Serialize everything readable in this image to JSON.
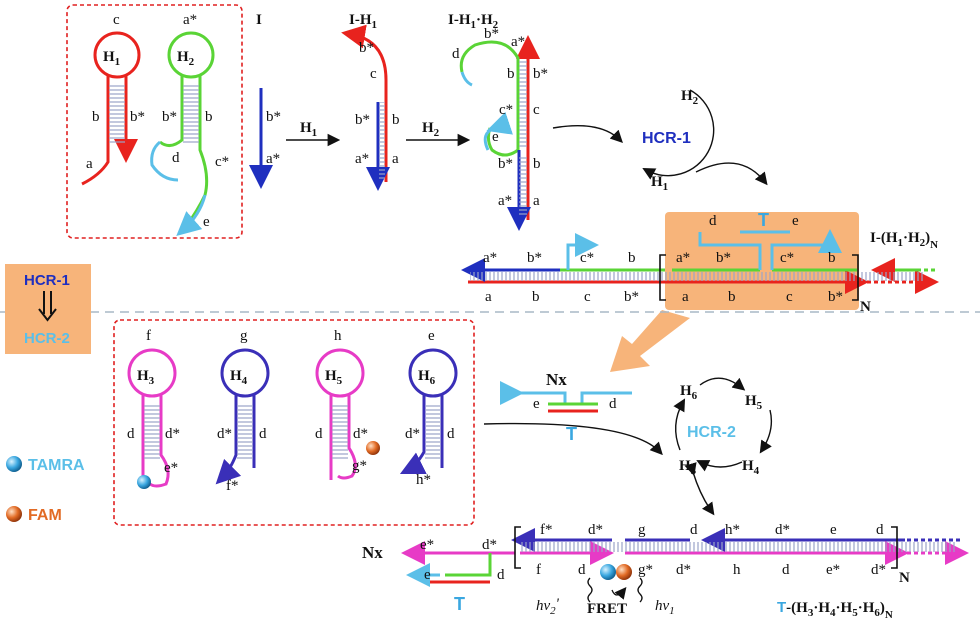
{
  "colors": {
    "red": "#e8231e",
    "green": "#5ad436",
    "blue": "#1f2fbf",
    "cyan": "#5bbfe8",
    "magenta": "#e73bc6",
    "purple": "#3a2fb8",
    "orange_fill": "#f7b47a",
    "dashed_box": "#e02020",
    "divider": "#a9b8c6",
    "tamra": "#3aa7e0",
    "fam": "#e26b25"
  },
  "top": {
    "h1": {
      "title": "H",
      "sub": "1",
      "loop": "c",
      "stem_left": "b",
      "stem_right": "b*",
      "tail": "a"
    },
    "h2": {
      "title": "H",
      "sub": "2",
      "loop": "a*",
      "stem_left": "b*",
      "stem_right": "b",
      "tail_left": "d",
      "tail_right": "c*",
      "tail_end": "e"
    },
    "i": {
      "title": "I",
      "top": "b*",
      "bottom": "a*"
    },
    "arrow1": {
      "label": "H",
      "sub": "1"
    },
    "i_h1": {
      "title": "I-H",
      "sub": "1",
      "overhang": "b*",
      "loop": "c",
      "l1": "b*",
      "r1": "b",
      "l2": "a*",
      "r2": "a"
    },
    "arrow2": {
      "label": "H",
      "sub": "2"
    },
    "i_h1_h2": {
      "title_a": "I-H",
      "sub_a": "1",
      "title_b": "·H",
      "sub_b": "2",
      "top_l": "b*",
      "top_r": "a*",
      "d": "d",
      "s1l": "b",
      "s1r": "b*",
      "s2r": "c",
      "s2l": "c*",
      "e": "e",
      "s3l": "b*",
      "s3r": "b",
      "s4l": "a*",
      "s4r": "a"
    },
    "hcr1_cycle": {
      "label": "HCR-1",
      "h2": "H",
      "h2_sub": "2",
      "h1": "H",
      "h1_sub": "1"
    },
    "polymer": {
      "title": "I-(H",
      "sub1": "1",
      "dot": "·H",
      "sub2": "2",
      "close": ")",
      "n_sub": "N",
      "top_labels": [
        "a*",
        "b*",
        "c*",
        "b",
        "a*",
        "b*",
        "c*",
        "b"
      ],
      "bottom_labels": [
        "a",
        "b",
        "c",
        "b*",
        "a",
        "b",
        "c",
        "b*"
      ],
      "t_label": "T",
      "t_d": "d",
      "t_e": "e",
      "n": "N"
    }
  },
  "switch": {
    "top": "HCR-1",
    "bottom": "HCR-2"
  },
  "legend": {
    "tamra": "TAMRA",
    "fam": "FAM"
  },
  "bottom": {
    "h3": {
      "title": "H",
      "sub": "3",
      "loop": "f",
      "stem_left": "d",
      "stem_right": "d*",
      "tail": "e*"
    },
    "h4": {
      "title": "H",
      "sub": "4",
      "loop": "g",
      "stem_left": "d*",
      "stem_right": "d",
      "tail": "f*"
    },
    "h5": {
      "title": "H",
      "sub": "5",
      "loop": "h",
      "stem_left": "d",
      "stem_right": "d*",
      "tail": "g*"
    },
    "h6": {
      "title": "H",
      "sub": "6",
      "loop": "e",
      "stem_left": "d*",
      "stem_right": "d",
      "tail": "h*"
    },
    "nx": {
      "title": "Nx",
      "e": "e",
      "d": "d",
      "t": "T"
    },
    "hcr2_cycle": {
      "label": "HCR-2",
      "h6": "H",
      "h6_sub": "6",
      "h5": "H",
      "h5_sub": "5",
      "h4": "H",
      "h4_sub": "4",
      "h3": "H",
      "h3_sub": "3"
    },
    "final": {
      "nx": "Nx",
      "e_star": "e*",
      "d_star": "d*",
      "e": "e",
      "d": "d",
      "t": "T",
      "top_labels": [
        "f*",
        "d*",
        "g",
        "d",
        "h*",
        "d*",
        "e",
        "d"
      ],
      "bottom_labels": [
        "f",
        "d",
        "g*",
        "d*",
        "h",
        "d",
        "e*",
        "d*"
      ],
      "n": "N",
      "hv2": "hν",
      "hv2_sub": "2",
      "hv2_prime": "'",
      "fret": "FRET",
      "hv1": "hν",
      "hv1_sub": "1",
      "product_t": "T",
      "product": "-(H",
      "p3": "3",
      "p4": "4",
      "p5": "5",
      "p6": "6",
      "n_sub": "N"
    }
  }
}
